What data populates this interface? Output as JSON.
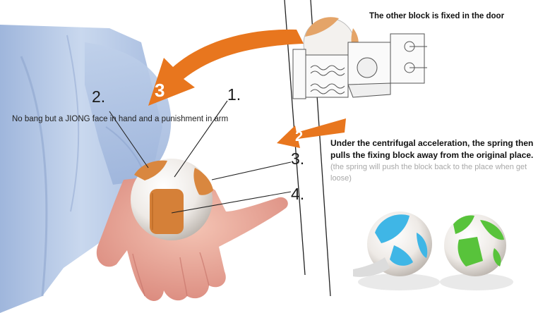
{
  "captions": {
    "top_right": "The other block is fixed in the door",
    "main": "No bang but a JIONG face in hand and a punishment in arm",
    "explanation_bold": "Under the centrifugal acceleration, the spring then pulls the fixing block away from the original place.",
    "explanation_note": "(the spring will push the block back to the place when get loose)"
  },
  "labels": {
    "n1": "1.",
    "n2": "2.",
    "n3": "3.",
    "n4": "4."
  },
  "arrows": {
    "step3": "3",
    "step2": "2"
  },
  "colors": {
    "orange_arrow": "#e8761e",
    "ball_orange": "#d9873f",
    "sleeve_blue": "#b9cbe6",
    "skin": "#e9a593",
    "blue_ball_accent": "#3fb6e6",
    "green_ball_accent": "#58c33b"
  }
}
